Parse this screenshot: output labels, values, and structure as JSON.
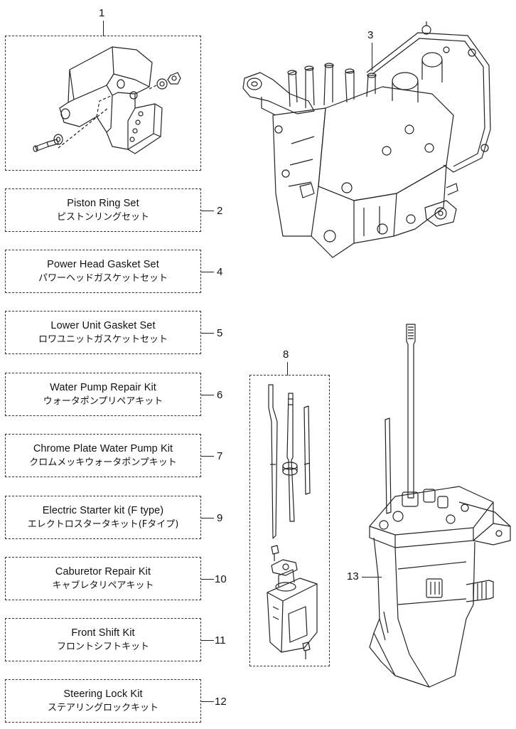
{
  "callouts": {
    "n1": "1",
    "n3": "3",
    "n8": "8",
    "n13": "13"
  },
  "kits": [
    {
      "en": "Piston Ring Set",
      "ja": "ピストンリングセット",
      "num": "2"
    },
    {
      "en": "Power Head Gasket Set",
      "ja": "パワーヘッドガスケットセット",
      "num": "4"
    },
    {
      "en": "Lower Unit Gasket Set",
      "ja": "ロワユニットガスケットセット",
      "num": "5"
    },
    {
      "en": "Water Pump Repair Kit",
      "ja": "ウォータポンプリペアキット",
      "num": "6"
    },
    {
      "en": "Chrome Plate Water Pump Kit",
      "ja": "クロムメッキウォータポンプキット",
      "num": "7"
    },
    {
      "en": "Electric Starter kit (F type)",
      "ja": "エレクトロスタータキット(Fタイプ)",
      "num": "9"
    },
    {
      "en": "Caburetor Repair Kit",
      "ja": "キャブレタリペアキット",
      "num": "10"
    },
    {
      "en": "Front Shift Kit",
      "ja": "フロントシフトキット",
      "num": "11"
    },
    {
      "en": "Steering Lock Kit",
      "ja": "ステアリングロックキット",
      "num": "12"
    }
  ]
}
